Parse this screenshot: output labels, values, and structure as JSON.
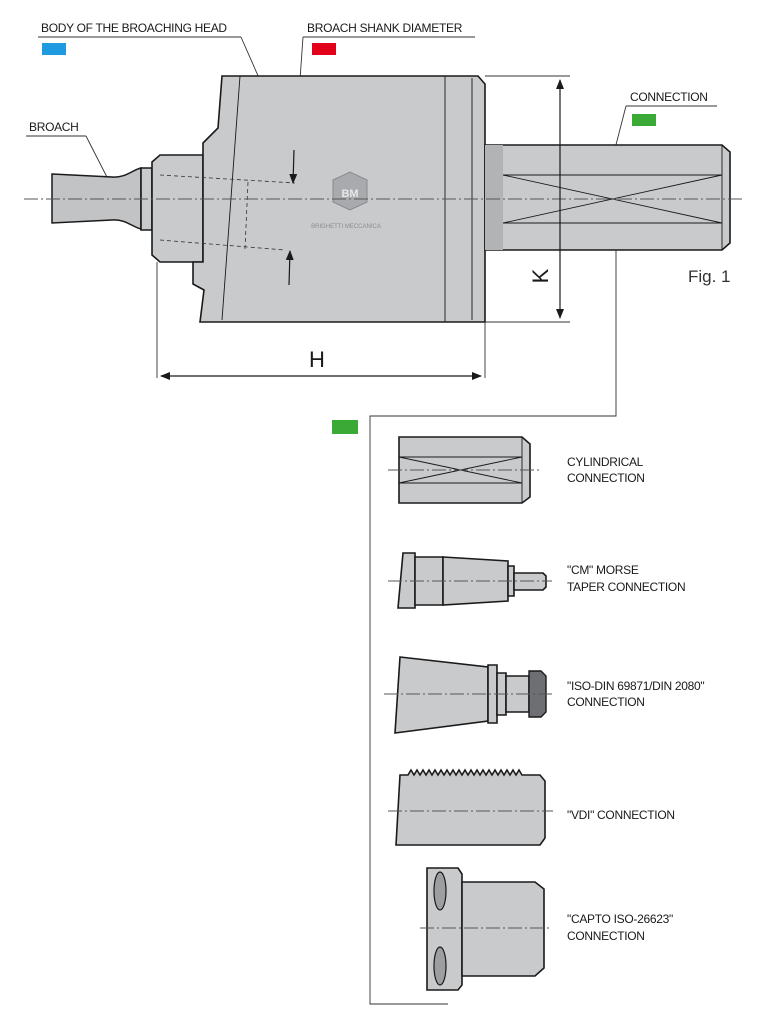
{
  "labels": {
    "body_head": "BODY OF THE BROACHING HEAD",
    "shank_diameter": "BROACH SHANK DIAMETER",
    "broach": "BROACH",
    "connection": "CONNECTION",
    "dim_h": "H",
    "dim_k": "K",
    "fig": "Fig. 1"
  },
  "logo": {
    "initials": "BM",
    "name": "BRIGHETTI MECCANICA"
  },
  "colors": {
    "blue": "#1e9be0",
    "red": "#e2001a",
    "green": "#3aa935",
    "metal": "#c9cacc",
    "dark": "#1a1a1a"
  },
  "connections": [
    {
      "line1": "CYLINDRICAL",
      "line2": "CONNECTION"
    },
    {
      "line1": "\"CM\" MORSE",
      "line2": "TAPER CONNECTION"
    },
    {
      "line1": "\"ISO-DIN 69871/DIN 2080\"",
      "line2": "CONNECTION"
    },
    {
      "line1": "\"VDI\" CONNECTION",
      "line2": ""
    },
    {
      "line1": "\"CAPTO ISO-26623\"",
      "line2": "CONNECTION"
    }
  ]
}
